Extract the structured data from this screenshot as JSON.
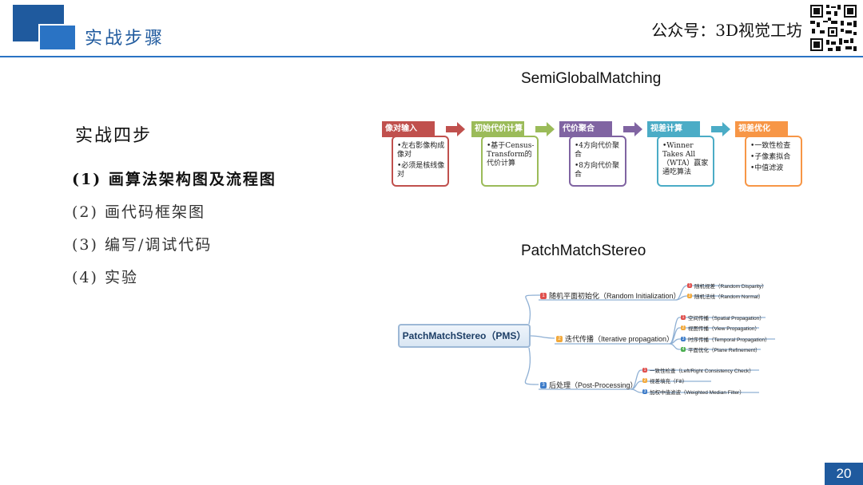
{
  "header": {
    "title": "实战步骤",
    "brand": "公众号：3D视觉工坊",
    "qr_icon": "qr-code-icon"
  },
  "left": {
    "heading": "实战四步",
    "steps": [
      "(1) 画算法架构图及流程图",
      "(2) 画代码框架图",
      "(3) 编写/调试代码",
      "(4) 实验"
    ]
  },
  "sgm": {
    "title": "SemiGlobalMatching",
    "stages": [
      {
        "head": "像对输入",
        "color": "#c0504d",
        "bullets": [
          "•左右影像构成像对",
          "•必须是核线像对"
        ]
      },
      {
        "head": "初始代价计算",
        "color": "#9bbb59",
        "bullets": [
          "•基于Census-Transform的代价计算"
        ]
      },
      {
        "head": "代价聚合",
        "color": "#8064a2",
        "bullets": [
          "•4方向代价聚合",
          "•8方向代价聚合"
        ]
      },
      {
        "head": "视差计算",
        "color": "#4bacc6",
        "bullets": [
          "•Winner Takes All（WTA）赢家通吃算法"
        ]
      },
      {
        "head": "视差优化",
        "color": "#f79646",
        "bullets": [
          "•一致性检查",
          "•子像素拟合",
          "•中值滤波"
        ]
      }
    ]
  },
  "pms": {
    "title": "PatchMatchStereo",
    "root": "PatchMatchStereo（PMS）",
    "branches": [
      {
        "badge": "1",
        "label": "随机平面初始化（Random Initialization）",
        "leaves": [
          {
            "badge": "1",
            "label": "随机视差（Random Disparity）"
          },
          {
            "badge": "2",
            "label": "随机法线（Random Normal）"
          }
        ]
      },
      {
        "badge": "2",
        "label": "迭代传播（Iterative propagation）",
        "leaves": [
          {
            "badge": "1",
            "label": "空间传播（Spatial Propagation）"
          },
          {
            "badge": "2",
            "label": "视图传播（View Propagation）"
          },
          {
            "badge": "3",
            "label": "时序传播（Temporal Propagation）"
          },
          {
            "badge": "4",
            "label": "平面优化（Plane Refinement）"
          }
        ]
      },
      {
        "badge": "3",
        "label": "后处理（Post-Processing）",
        "leaves": [
          {
            "badge": "1",
            "label": "一致性检查（Left/Right Consistency Check）"
          },
          {
            "badge": "2",
            "label": "视差填充（Fill）"
          },
          {
            "badge": "3",
            "label": "加权中值滤波（Weighted Median Filter）"
          }
        ]
      }
    ]
  },
  "page_number": "20"
}
